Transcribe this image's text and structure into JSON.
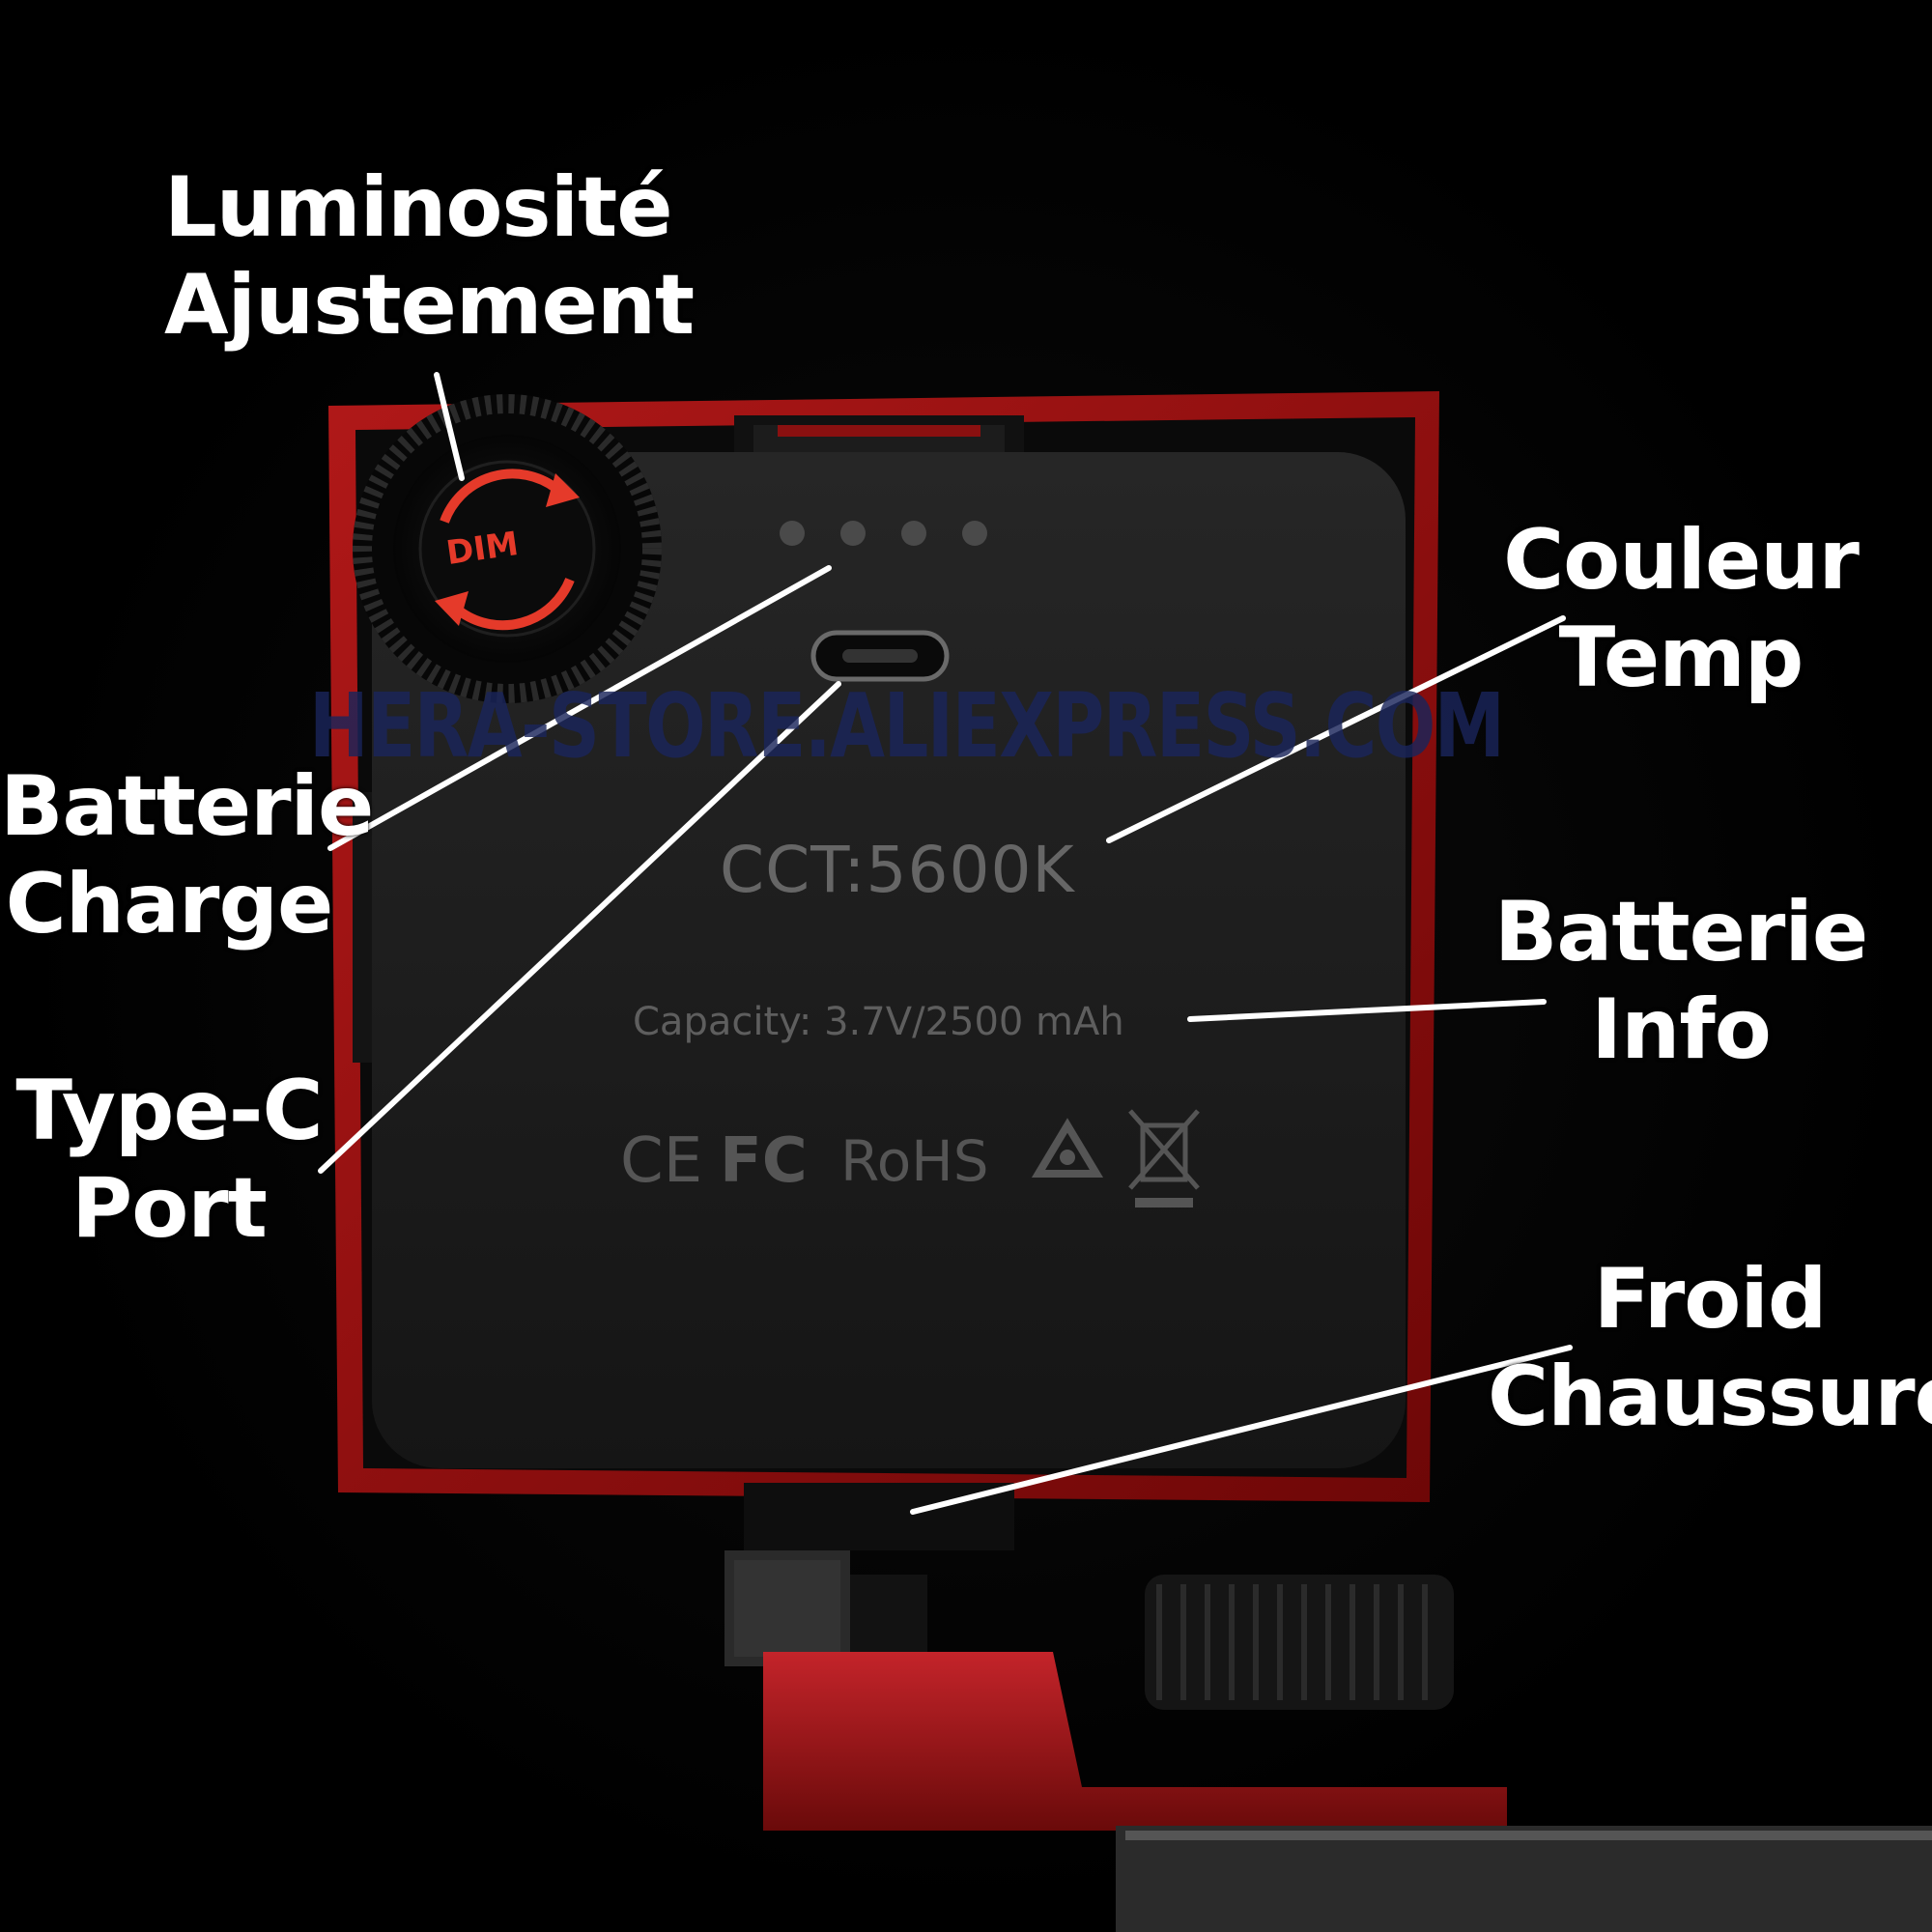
{
  "callouts": {
    "brightness": {
      "line1": "Luminosité",
      "line2": "Ajustement"
    },
    "color_temp": {
      "line1": "Couleur",
      "line2": "Temp"
    },
    "battery_charge": {
      "line1": "Batterie",
      "line2": "Charge"
    },
    "battery_info": {
      "line1": "Batterie",
      "line2": "Info"
    },
    "type_c": {
      "line1": "Type-C",
      "line2": "Port"
    },
    "cold_shoe": {
      "line1": "Froid",
      "line2": "Chaussure"
    }
  },
  "device": {
    "dial_label": "DIM",
    "cct": "CCT:5600K",
    "capacity": "Capacity:  3.7V/2500 mAh",
    "certifications": [
      "CE",
      "FC",
      "RoHS"
    ],
    "battery_indicator_count": 4
  },
  "watermark": "HERA-STORE.ALIEXPRESS.COM",
  "colors": {
    "frame_red": "#9a1010",
    "body_black": "#1b1b1b",
    "dial_accent": "#e53a2a",
    "label_text": "#ffffff",
    "watermark": "#1a245a"
  }
}
